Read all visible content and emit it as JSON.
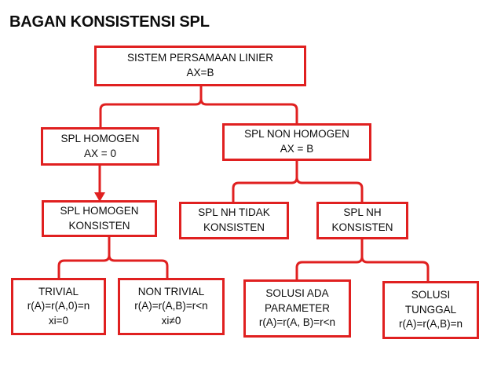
{
  "page": {
    "title": "BAGAN KONSISTENSI SPL",
    "accent_color": "#e02020",
    "text_color": "#0d0d0d",
    "background_color": "#ffffff"
  },
  "nodes": {
    "root": {
      "id": "sistem-persamaan-linier",
      "lines": [
        "SISTEM PERSAMAAN LINIER",
        "AX=B"
      ]
    },
    "homogen": {
      "id": "spl-homogen",
      "lines": [
        "SPL HOMOGEN",
        "AX = 0"
      ]
    },
    "non_homogen": {
      "id": "spl-non-homogen",
      "lines": [
        "SPL NON HOMOGEN",
        "AX = B"
      ]
    },
    "homogen_konsisten": {
      "id": "spl-homogen-konsisten",
      "lines": [
        "SPL HOMOGEN",
        "KONSISTEN"
      ]
    },
    "nh_tidak_konsisten": {
      "id": "spl-nh-tidak-konsisten",
      "lines": [
        "SPL NH TIDAK",
        "KONSISTEN"
      ]
    },
    "nh_konsisten": {
      "id": "spl-nh-konsisten",
      "lines": [
        "SPL NH",
        "KONSISTEN"
      ]
    },
    "trivial": {
      "id": "trivial",
      "lines": [
        "TRIVIAL",
        "r(A)=r(A,0)=n",
        "xi=0"
      ]
    },
    "non_trivial": {
      "id": "non-trivial",
      "lines": [
        "NON TRIVIAL",
        "r(A)=r(A,B)=r<n",
        "xi≠0"
      ]
    },
    "solusi_ada_parameter": {
      "id": "solusi-ada-parameter",
      "lines": [
        "SOLUSI ADA",
        "PARAMETER",
        "r(A)=r(A, B)=r<n"
      ]
    },
    "solusi_tunggal": {
      "id": "solusi-tunggal",
      "lines": [
        "SOLUSI",
        "TUNGGAL",
        "r(A)=r(A,B)=n"
      ]
    }
  },
  "edges": [
    {
      "from": "sistem-persamaan-linier",
      "to": "spl-homogen",
      "style": "brace"
    },
    {
      "from": "sistem-persamaan-linier",
      "to": "spl-non-homogen",
      "style": "brace"
    },
    {
      "from": "spl-homogen",
      "to": "spl-homogen-konsisten",
      "style": "arrow"
    },
    {
      "from": "spl-non-homogen",
      "to": "spl-nh-tidak-konsisten",
      "style": "brace"
    },
    {
      "from": "spl-non-homogen",
      "to": "spl-nh-konsisten",
      "style": "brace"
    },
    {
      "from": "spl-homogen-konsisten",
      "to": "trivial",
      "style": "brace"
    },
    {
      "from": "spl-homogen-konsisten",
      "to": "non-trivial",
      "style": "brace"
    },
    {
      "from": "spl-nh-konsisten",
      "to": "solusi-ada-parameter",
      "style": "brace"
    },
    {
      "from": "spl-nh-konsisten",
      "to": "solusi-tunggal",
      "style": "brace"
    }
  ]
}
